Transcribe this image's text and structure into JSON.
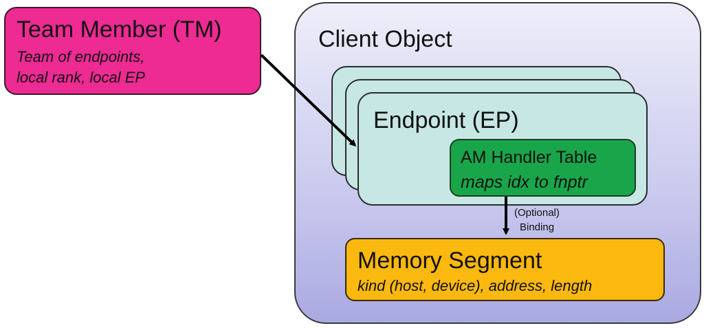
{
  "client_object": {
    "title": "Client Object"
  },
  "endpoint": {
    "title": "Endpoint (EP)"
  },
  "am_handler_table": {
    "title": "AM Handler Table",
    "subtitle": "maps idx to fnptr"
  },
  "team_member": {
    "title": "Team Member (TM)",
    "line1": "Team of endpoints,",
    "line2": "local rank, local EP"
  },
  "memory_segment": {
    "title": "Memory Segment",
    "subtitle": "kind (host, device), address, length"
  },
  "binding_arrow": {
    "line1": "(Optional)",
    "line2": "Binding"
  },
  "colors": {
    "team_member_fill": "#ee2a93",
    "endpoint_fill": "#c6e7e3",
    "am_handler_fill": "#19a64a",
    "memory_segment_fill": "#fbb80e",
    "client_object_fill": "#c9c9ee"
  }
}
